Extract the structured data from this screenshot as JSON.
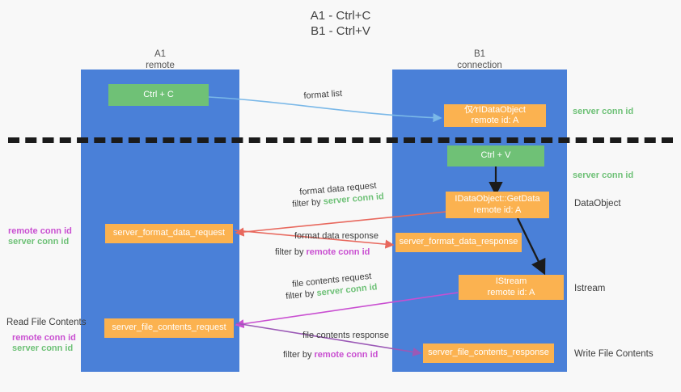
{
  "title": {
    "line1": "A1 - Ctrl+C",
    "line2": "B1 - Ctrl+V"
  },
  "lanes": [
    {
      "id": "a1",
      "name": "A1",
      "sub": "remote",
      "color": "#4a80d8"
    },
    {
      "id": "b1",
      "name": "B1",
      "sub": "connection",
      "color": "#4a80d8"
    }
  ],
  "colors": {
    "lane": "#4a80d8",
    "green_box": "#6fc176",
    "orange_box": "#fbb250",
    "server_conn_id": "#6ec177",
    "remote_conn_id": "#c94fd1",
    "arrow_blue": "#7ab8e8",
    "arrow_red": "#e8685d",
    "arrow_magenta": "#c94fd1",
    "arrow_purple": "#9b59b6",
    "arrow_black": "#1b1b1b",
    "divider": "#1b1b1b",
    "background": "#f8f8f8"
  },
  "boxes": {
    "ctrl_c": {
      "label": "Ctrl + C"
    },
    "ctrl_v": {
      "label": "Ctrl + V"
    },
    "idataobject": {
      "line1": "仅⁄тIDataObject",
      "line2": "remote id: A"
    },
    "getdata": {
      "line1": "IDataObject::GetData",
      "line2": "remote id: A"
    },
    "istream": {
      "line1": "IStream",
      "line2": "remote id: A"
    },
    "server_format_data_request": {
      "label": "server_format_data_request"
    },
    "server_format_data_response": {
      "label": "server_format_data_response"
    },
    "server_file_contents_request": {
      "label": "server_file_contents_request"
    },
    "server_file_contents_response": {
      "label": "server_file_contents_response"
    }
  },
  "arrow_labels": {
    "format_list": "format list",
    "format_data_request": "format data request",
    "format_data_request_filter_prefix": "filter by ",
    "format_data_request_filter_value": "server conn id",
    "format_data_response": "format data response",
    "format_data_response_filter_prefix": "filter by ",
    "format_data_response_filter_value": "remote conn id",
    "file_contents_request": "file contents request",
    "file_contents_request_filter_prefix": "filter by ",
    "file_contents_request_filter_value": "server conn id",
    "file_contents_response": "file contents response",
    "file_contents_response_filter_prefix": "filter by ",
    "file_contents_response_filter_value": "remote conn id"
  },
  "right_labels": {
    "server_conn_id_top": "server conn id",
    "server_conn_id_mid": "server conn id",
    "dataobject": "DataObject",
    "istream": "Istream",
    "write_file_contents": "Write File Contents"
  },
  "left_labels": {
    "remote_conn_id_1": "remote conn id",
    "server_conn_id_1": "server conn id",
    "read_file_contents": "Read File Contents",
    "remote_conn_id_2": "remote conn id",
    "server_conn_id_2": "server conn id"
  }
}
